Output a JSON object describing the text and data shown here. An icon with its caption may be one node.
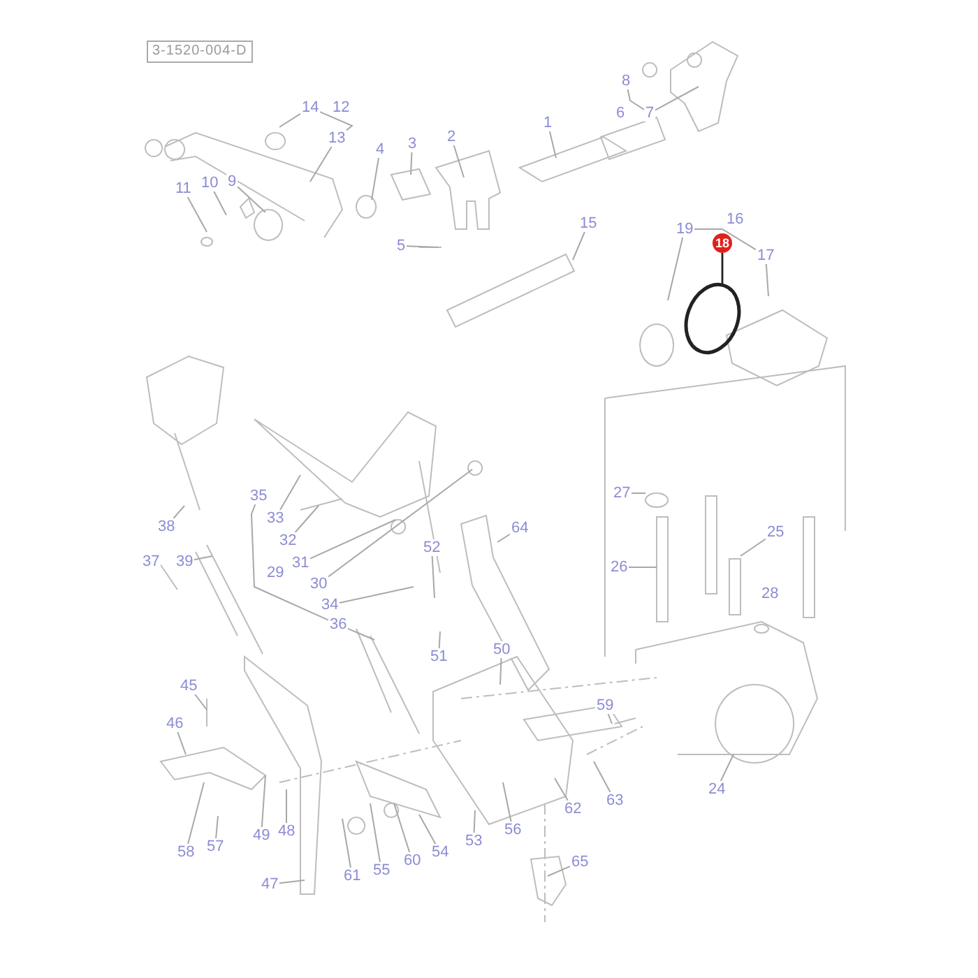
{
  "diagram": {
    "nodes": [
      {
        "text": [
          "3-1520-004-D"
        ]
      },
      {
        "text": [
          "8"
        ]
      },
      {
        "text": [
          "14"
        ]
      },
      {
        "text": [
          "12"
        ]
      },
      {
        "text": [
          "6"
        ]
      },
      {
        "text": [
          "7"
        ]
      },
      {
        "text": [
          "1"
        ]
      },
      {
        "text": [
          "2"
        ]
      },
      {
        "text": [
          "13"
        ]
      },
      {
        "text": [
          "3"
        ]
      },
      {
        "text": [
          "4"
        ]
      },
      {
        "text": [
          "11"
        ]
      },
      {
        "text": [
          "10"
        ]
      },
      {
        "text": [
          "9"
        ]
      },
      {
        "text": [
          "16"
        ]
      },
      {
        "text": [
          "15"
        ]
      },
      {
        "text": [
          "19"
        ]
      },
      {
        "text": [
          "18"
        ]
      },
      {
        "text": [
          "5"
        ]
      },
      {
        "text": [
          "17"
        ]
      },
      {
        "text": [
          "27"
        ]
      },
      {
        "text": [
          "35"
        ]
      },
      {
        "text": [
          "33"
        ]
      },
      {
        "text": [
          "38"
        ]
      },
      {
        "text": [
          "64"
        ]
      },
      {
        "text": [
          "25"
        ]
      },
      {
        "text": [
          "32"
        ]
      },
      {
        "text": [
          "52"
        ]
      },
      {
        "text": [
          "37"
        ]
      },
      {
        "text": [
          "39"
        ]
      },
      {
        "text": [
          "31"
        ]
      },
      {
        "text": [
          "26"
        ]
      },
      {
        "text": [
          "29"
        ]
      },
      {
        "text": [
          "30"
        ]
      },
      {
        "text": [
          "28"
        ]
      },
      {
        "text": [
          "34"
        ]
      },
      {
        "text": [
          "36"
        ]
      },
      {
        "text": [
          "50"
        ]
      },
      {
        "text": [
          "51"
        ]
      },
      {
        "text": [
          "45"
        ]
      },
      {
        "text": [
          "59"
        ]
      },
      {
        "text": [
          "46"
        ]
      },
      {
        "text": [
          "24"
        ]
      },
      {
        "text": [
          "63"
        ]
      },
      {
        "text": [
          "62"
        ]
      },
      {
        "text": [
          "56"
        ]
      },
      {
        "text": [
          "48"
        ]
      },
      {
        "text": [
          "49"
        ]
      },
      {
        "text": [
          "53"
        ]
      },
      {
        "text": [
          "57"
        ]
      },
      {
        "text": [
          "58"
        ]
      },
      {
        "text": [
          "54"
        ]
      },
      {
        "text": [
          "60"
        ]
      },
      {
        "text": [
          "65"
        ]
      },
      {
        "text": [
          "55"
        ]
      },
      {
        "text": [
          "61"
        ]
      },
      {
        "text": [
          "47"
        ]
      }
    ],
    "edges": [
      {
        "from": 6,
        "to": null,
        "arrow": "none"
      },
      {
        "from": 7,
        "to": null,
        "arrow": "none"
      },
      {
        "from": 9,
        "to": null,
        "arrow": "none"
      },
      {
        "from": 10,
        "to": null,
        "arrow": "none"
      },
      {
        "from": 2,
        "to": null,
        "arrow": "none"
      },
      {
        "from": 8,
        "to": null,
        "arrow": "none"
      },
      {
        "from": 5,
        "to": null,
        "arrow": "none"
      },
      {
        "from": 11,
        "to": null,
        "arrow": "none"
      },
      {
        "from": 12,
        "to": null,
        "arrow": "none"
      },
      {
        "from": 13,
        "to": null,
        "arrow": "none"
      },
      {
        "from": 15,
        "to": null,
        "arrow": "none"
      },
      {
        "from": 16,
        "to": null,
        "arrow": "none"
      },
      {
        "from": 17,
        "to": null,
        "arrow": "none",
        "color": "#222222"
      },
      {
        "from": 18,
        "to": null,
        "arrow": "none"
      },
      {
        "from": 19,
        "to": null,
        "arrow": "none"
      },
      {
        "from": 20,
        "to": null,
        "arrow": "none"
      },
      {
        "from": 22,
        "to": null,
        "arrow": "none"
      },
      {
        "from": 23,
        "to": null,
        "arrow": "none"
      },
      {
        "from": 24,
        "to": null,
        "arrow": "none"
      },
      {
        "from": 25,
        "to": null,
        "arrow": "none"
      },
      {
        "from": 26,
        "to": null,
        "arrow": "none"
      },
      {
        "from": 27,
        "to": null,
        "arrow": "none"
      },
      {
        "from": 29,
        "to": null,
        "arrow": "none"
      },
      {
        "from": 30,
        "to": null,
        "arrow": "none"
      },
      {
        "from": 31,
        "to": null,
        "arrow": "none"
      },
      {
        "from": 33,
        "to": null,
        "arrow": "none"
      },
      {
        "from": 35,
        "to": null,
        "arrow": "none"
      },
      {
        "from": 36,
        "to": null,
        "arrow": "none"
      },
      {
        "from": 37,
        "to": null,
        "arrow": "none"
      },
      {
        "from": 38,
        "to": null,
        "arrow": "none"
      },
      {
        "from": 39,
        "to": null,
        "arrow": "none"
      },
      {
        "from": 40,
        "to": null,
        "arrow": "none"
      },
      {
        "from": 41,
        "to": null,
        "arrow": "none"
      },
      {
        "from": 42,
        "to": null,
        "arrow": "none"
      },
      {
        "from": 43,
        "to": null,
        "arrow": "none"
      },
      {
        "from": 44,
        "to": null,
        "arrow": "none"
      },
      {
        "from": 45,
        "to": null,
        "arrow": "none"
      },
      {
        "from": 46,
        "to": null,
        "arrow": "none"
      },
      {
        "from": 47,
        "to": null,
        "arrow": "none"
      },
      {
        "from": 48,
        "to": null,
        "arrow": "none"
      },
      {
        "from": 49,
        "to": null,
        "arrow": "none"
      },
      {
        "from": 50,
        "to": null,
        "arrow": "none"
      },
      {
        "from": 51,
        "to": null,
        "arrow": "none"
      },
      {
        "from": 52,
        "to": null,
        "arrow": "none"
      },
      {
        "from": 53,
        "to": null,
        "arrow": "none"
      },
      {
        "from": 54,
        "to": null,
        "arrow": "none"
      },
      {
        "from": 55,
        "to": null,
        "arrow": "none"
      },
      {
        "from": 56,
        "to": null,
        "arrow": "none"
      },
      {
        "from": 2,
        "to": 8,
        "arrow": "none"
      },
      {
        "from": 1,
        "to": 5,
        "arrow": "none"
      },
      {
        "from": 16,
        "to": 19,
        "arrow": "none"
      },
      {
        "from": 21,
        "to": 36,
        "arrow": "none"
      }
    ]
  }
}
